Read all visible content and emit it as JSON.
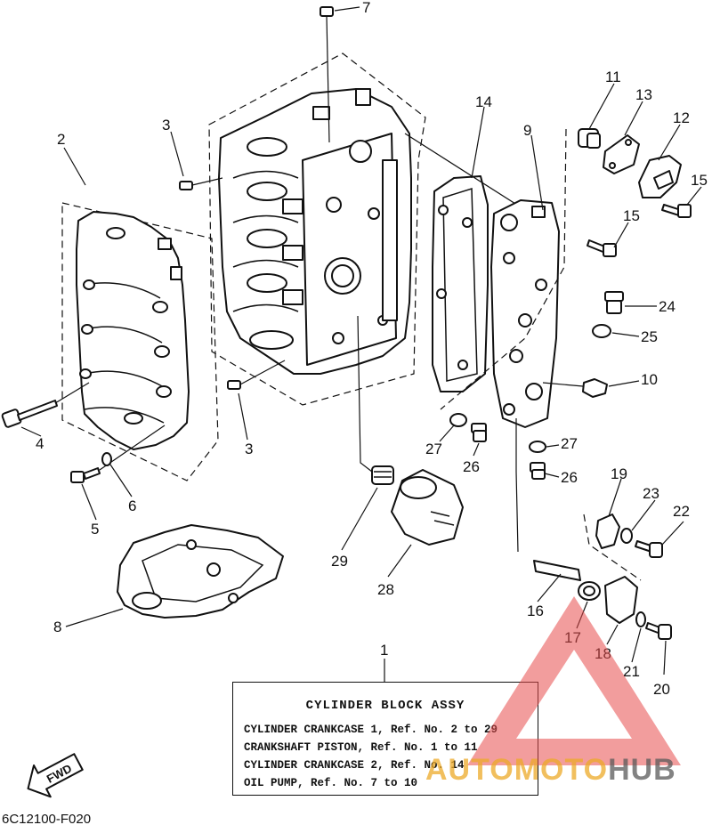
{
  "callouts": [
    "1",
    "2",
    "3",
    "3",
    "4",
    "5",
    "6",
    "7",
    "8",
    "9",
    "10",
    "11",
    "12",
    "13",
    "14",
    "15",
    "15",
    "16",
    "17",
    "18",
    "19",
    "20",
    "21",
    "22",
    "23",
    "24",
    "25",
    "26",
    "26",
    "27",
    "27",
    "28",
    "29"
  ],
  "legend": {
    "title": "CYLINDER BLOCK ASSY",
    "lines": [
      "CYLINDER CRANKCASE 1, Ref. No. 2 to 29",
      "CRANKSHAFT PISTON,  Ref. No. 1 to 11",
      "CYLINDER CRANKCASE 2, Ref. No. 14",
      "OIL PUMP,  Ref. No. 7 to 10"
    ]
  },
  "fwd_label": "FWD",
  "diagram_code": "6C12100-F020",
  "watermark": {
    "part1": "AUTOMOTO",
    "part2": "HUB"
  },
  "colors": {
    "watermark_red": "#e84c4c",
    "watermark_orange": "#ecaa28",
    "watermark_gray": "#5a5a5a"
  }
}
